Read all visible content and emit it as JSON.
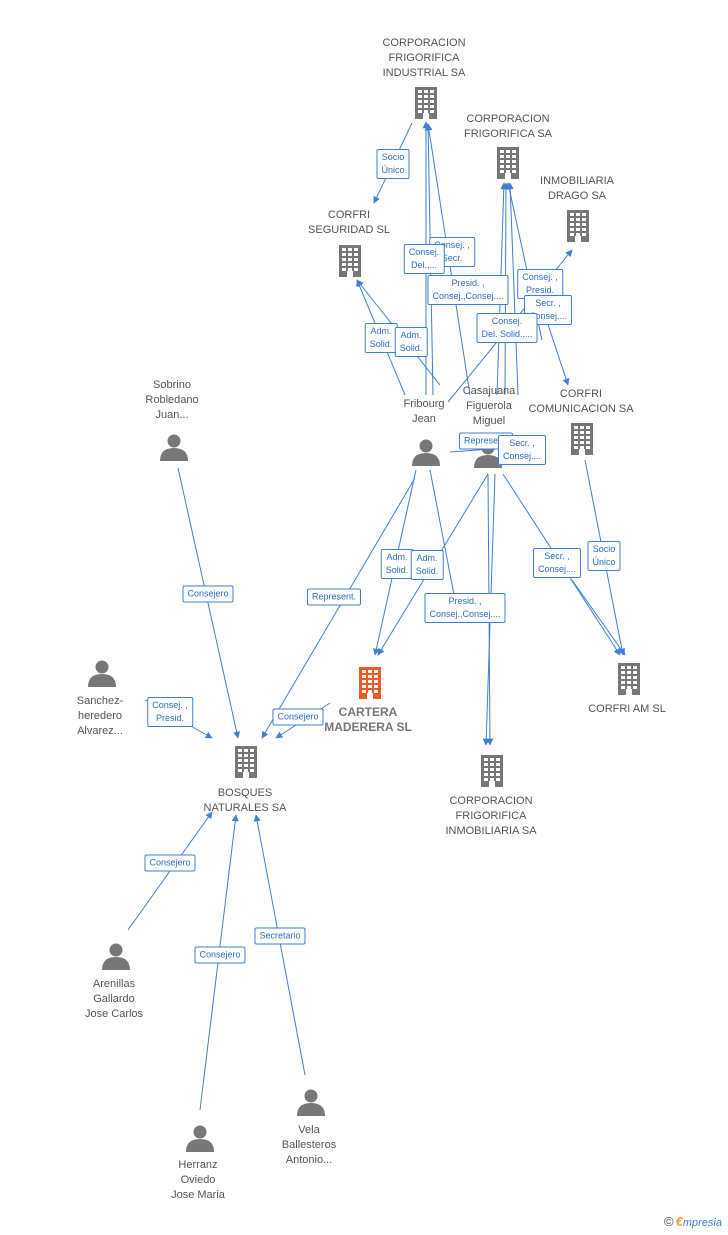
{
  "colors": {
    "edge": "#3f7fd4",
    "node": "#777777",
    "center": "#f15a24",
    "label": "#555555"
  },
  "nodes": [
    {
      "id": "cartera",
      "type": "company",
      "center": true,
      "label": "CARTERA\nMADERERA SL"
    },
    {
      "id": "cfi",
      "type": "company",
      "label": "CORPORACION\nFRIGORIFICA\nINDUSTRIAL SA"
    },
    {
      "id": "cfsa",
      "type": "company",
      "label": "CORPORACION\nFRIGORIFICA SA"
    },
    {
      "id": "drago",
      "type": "company",
      "label": "INMOBILIARIA\nDRAGO SA"
    },
    {
      "id": "seguridad",
      "type": "company",
      "label": "CORFRI\nSEGURIDAD SL"
    },
    {
      "id": "comunicacion",
      "type": "company",
      "label": "CORFRI\nCOMUNICACION SA"
    },
    {
      "id": "corfriam",
      "type": "company",
      "label": "CORFRI AM  SL"
    },
    {
      "id": "bosques",
      "type": "company",
      "label": "BOSQUES\nNATURALES SA"
    },
    {
      "id": "cfinmo",
      "type": "company",
      "label": "CORPORACION\nFRIGORIFICA\nINMOBILIARIA SA"
    },
    {
      "id": "fribourg",
      "type": "person",
      "label": "Fribourg\nJean"
    },
    {
      "id": "casajuana",
      "type": "person",
      "label": "Casajuana\nFiguerola\nMiguel"
    },
    {
      "id": "sobrino",
      "type": "person",
      "label": "Sobrino\nRobledano\nJuan..."
    },
    {
      "id": "sanchez",
      "type": "person",
      "label": "Sanchez-\nheredero\nAlvarez..."
    },
    {
      "id": "arenillas",
      "type": "person",
      "label": "Arenillas\nGallardo\nJose Carlos"
    },
    {
      "id": "herranz",
      "type": "person",
      "label": "Herranz\nOviedo\nJose Maria"
    },
    {
      "id": "vela",
      "type": "person",
      "label": "Vela\nBallesteros\nAntonio..."
    }
  ],
  "edge_labels": [
    {
      "text": "Socio\nÚnico"
    },
    {
      "text": "Consej. ,\nSecr."
    },
    {
      "text": "Consej.\nDel.,..."
    },
    {
      "text": "Presid. ,\nConsej.,Consej...."
    },
    {
      "text": "Consej. ,\nPresid."
    },
    {
      "text": "Secr. ,\nConsej...."
    },
    {
      "text": "Consej.\nDel. Solid.,..."
    },
    {
      "text": "Adm.\nSolid."
    },
    {
      "text": "Adm.\nSolid."
    },
    {
      "text": "Represent."
    },
    {
      "text": "Secr. ,\nConsej...."
    },
    {
      "text": "Adm.\nSolid."
    },
    {
      "text": "Adm.\nSolid."
    },
    {
      "text": "Presid. ,\nConsej.,Consej...."
    },
    {
      "text": "Secr. ,\nConsej...."
    },
    {
      "text": "Socio\nÚnico"
    },
    {
      "text": "Consejero"
    },
    {
      "text": "Represent."
    },
    {
      "text": "Consej. ,\nPresid."
    },
    {
      "text": "Consejero"
    },
    {
      "text": "Consejero"
    },
    {
      "text": "Consejero"
    },
    {
      "text": "Secretario"
    }
  ],
  "footer": {
    "copyright": "©",
    "brand_initial": "€",
    "brand_rest": "mpresia"
  }
}
